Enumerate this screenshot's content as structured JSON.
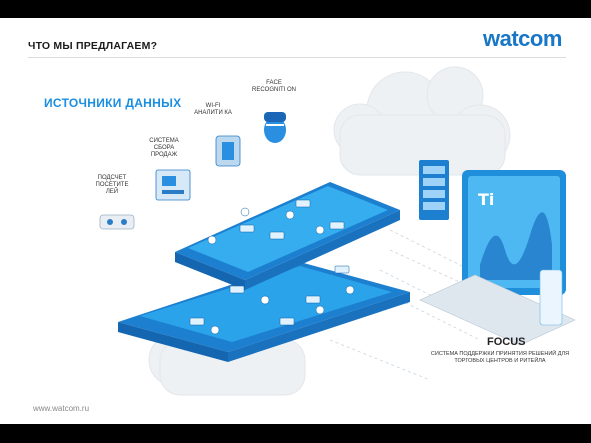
{
  "header": {
    "title": "ЧТО МЫ ПРЕДЛАГАЕМ?",
    "logo_text": "watcom"
  },
  "section": {
    "title": "ИСТОЧНИКИ ДАННЫХ"
  },
  "sources": {
    "face_recognition": "FACE RECOGNITI ON",
    "wifi": "WI-FI АНАЛИТИ КА",
    "sales": "СИСТЕМА СБОРА ПРОДАЖ",
    "visitors": "ПОДСЧЕТ ПОСЕТИТЕ ЛЕЙ"
  },
  "focus": {
    "title": "FOCUS",
    "description": "СИСТЕМА ПОДДЕРЖКИ ПРИНЯТИЯ РЕШЕНИЙ ДЛЯ ТОРГОВЫХ ЦЕНТРОВ И РИТЕЙЛА"
  },
  "footer": {
    "url": "www.watcom.ru"
  },
  "colors": {
    "accent": "#1a8ee0",
    "platform": "#2aa3ea",
    "logo": "#1877c6"
  }
}
